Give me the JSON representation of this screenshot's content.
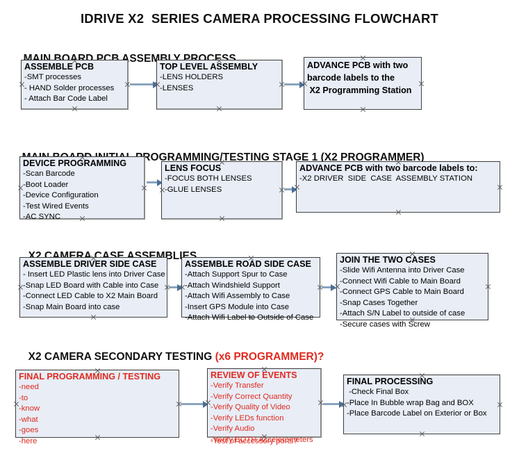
{
  "title": "IDRIVE X2  SERIES CAMERA PROCESSING FLOWCHART",
  "colors": {
    "box_fill": "#e8edf6",
    "box_border": "#3b3b3b",
    "connector": "#8ba4bd",
    "arrow": "#4a6f97",
    "red_accent": "#e02b20",
    "text": "#111111"
  },
  "sections": [
    {
      "heading": "MAIN BOARD PCB ASSEMBLY PROCESS",
      "heading_accent": "",
      "boxes": [
        {
          "title": "ASSEMBLE PCB",
          "lines": [
            "-SMT processes",
            "- HAND Solder processes",
            "- Attach Bar Code Label"
          ]
        },
        {
          "title": "TOP LEVEL ASSEMBLY",
          "lines": [
            "-LENS HOLDERS",
            "-LENSES"
          ]
        },
        {
          "title": "ADVANCE PCB with two\nbarcode labels to the\n X2 Programming Station",
          "lines": []
        }
      ]
    },
    {
      "heading": "MAIN BOARD INITIAL PROGRAMMING/TESTING STAGE 1 (X2 PROGRAMMER)",
      "heading_accent": "",
      "boxes": [
        {
          "title": "DEVICE PROGRAMMING",
          "lines": [
            "-Scan Barcode",
            "-Boot Loader",
            "-Device Configuration",
            "-Test Wired Events",
            "-AC SYNC"
          ]
        },
        {
          "title": "LENS FOCUS",
          "lines": [
            "-FOCUS BOTH LENSES",
            "-GLUE LENSES"
          ]
        },
        {
          "title": "ADVANCE PCB with two barcode labels to:",
          "lines": [
            "-X2 DRIVER  SIDE  CASE  ASSEMBLY STATION"
          ]
        }
      ]
    },
    {
      "heading": "X2 CAMERA CASE ASSEMBLIES",
      "heading_accent": "",
      "boxes": [
        {
          "title": "ASSEMBLE DRIVER SIDE CASE",
          "lines": [
            "- Insert LED Plastic lens into Driver Case",
            "-Snap LED Board with Cable into Case",
            "-Connect LED Cable to X2 Main Board",
            "-Snap Main Board into case"
          ]
        },
        {
          "title": "ASSEMBLE ROAD SIDE CASE",
          "lines": [
            "-Attach Support Spur to Case",
            "-Attach Windshield Support",
            "-Attach Wifi Assembly to Case",
            "-Insert GPS Module into Case",
            "-Attach Wifi Label to Outside of Case"
          ]
        },
        {
          "title": "JOIN THE TWO CASES",
          "lines": [
            "-Slide Wifi Antenna into Driver Case",
            "-Connect Wifi Cable to Main Board",
            "-Connect GPS Cable to Main Board",
            "-Snap Cases Together",
            "-Attach S/N Label to outside of case",
            "-Secure cases with Screw"
          ]
        }
      ]
    },
    {
      "heading": "X2 CAMERA SECONDARY TESTING ",
      "heading_accent": "(x6 PROGRAMMER)?",
      "boxes": [
        {
          "title": "FINAL PROGRAMMING / TESTING",
          "lines": [
            "-need",
            "-to",
            "-know",
            "-what",
            "-goes",
            "-here"
          ]
        },
        {
          "title": "REVIEW OF EVENTS",
          "lines": [
            "-Verify Transfer",
            "-Verify Correct Quantity",
            "-Verify Quality of Video",
            "-Verify LEDs function",
            "-Verify Audio",
            "-Verify BOTH Accelerometers"
          ],
          "overflow_line": "-Test of accessory ports?"
        },
        {
          "title": "FINAL PROCESSING",
          "lines": [
            " -Check Final Box",
            "-Place In Bubble wrap Bag and BOX",
            "-Place Barcode Label on Exterior or Box"
          ]
        }
      ]
    }
  ]
}
